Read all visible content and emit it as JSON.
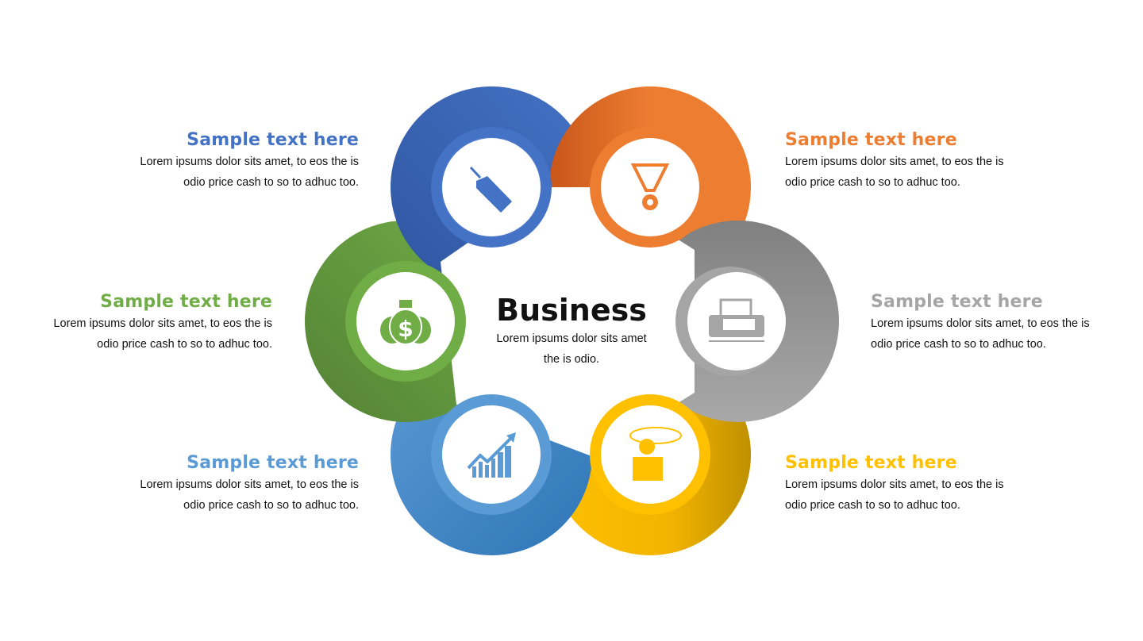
{
  "center": {
    "title": "Business",
    "line1": "Lorem ipsums dolor sits amet",
    "line2": "the is odio."
  },
  "items": [
    {
      "id": "sales-tag",
      "icon": "price-tag-icon",
      "color": "#4472c4",
      "title": "Sample text here",
      "line1": "Lorem ipsums dolor sits amet, to eos the is",
      "line2": "odio  price cash to so to adhuc too."
    },
    {
      "id": "award",
      "icon": "medal-icon",
      "color": "#ed7d31",
      "title": "Sample text here",
      "line1": "Lorem ipsums dolor sits amet, to eos the is",
      "line2": "odio  price cash to so to adhuc too."
    },
    {
      "id": "printer",
      "icon": "printer-icon",
      "color": "#a5a5a5",
      "title": "Sample text here",
      "line1": "Lorem ipsums dolor sits amet, to eos the is",
      "line2": "odio  price cash to so to adhuc too."
    },
    {
      "id": "speaker",
      "icon": "person-speech-icon",
      "color": "#ffc000",
      "title": "Sample text here",
      "line1": "Lorem ipsums dolor sits amet, to eos the is",
      "line2": "odio  price cash to so to adhuc too."
    },
    {
      "id": "growth",
      "icon": "growth-chart-icon",
      "color": "#5b9bd5",
      "title": "Sample text here",
      "line1": "Lorem ipsums dolor sits amet, to eos the is",
      "line2": "odio  price cash to so to adhuc too."
    },
    {
      "id": "money",
      "icon": "money-bags-icon",
      "color": "#70ad47",
      "title": "Sample text here",
      "line1": "Lorem ipsums dolor sits amet, to eos the is",
      "line2": "odio  price cash to so to adhuc too."
    }
  ]
}
